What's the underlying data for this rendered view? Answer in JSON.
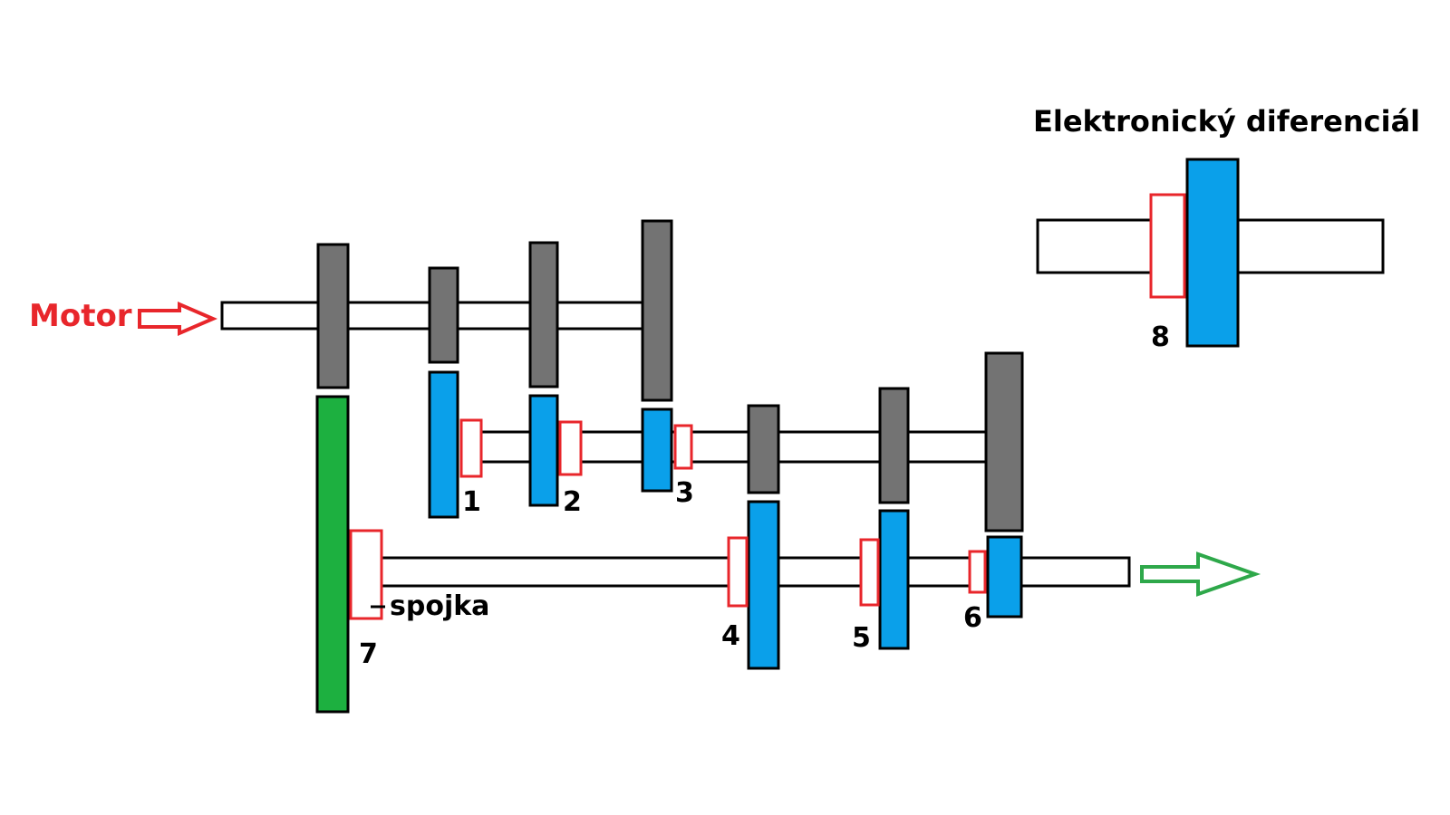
{
  "title": "Elektronický diferenciál",
  "motor_label": "Motor",
  "clutch_label": "spojka",
  "clutch_numbers": [
    "1",
    "2",
    "3",
    "4",
    "5",
    "6",
    "7",
    "8"
  ],
  "colors": {
    "motor_text": "#e8262b",
    "clutch_outline": "#e8262b",
    "gray_gear": "#737373",
    "blue_gear": "#0aa0ea",
    "green_gear": "#1db040",
    "output_arrow": "#2ea84a",
    "shaft_fill": "#ffffff",
    "outline": "#000000"
  }
}
